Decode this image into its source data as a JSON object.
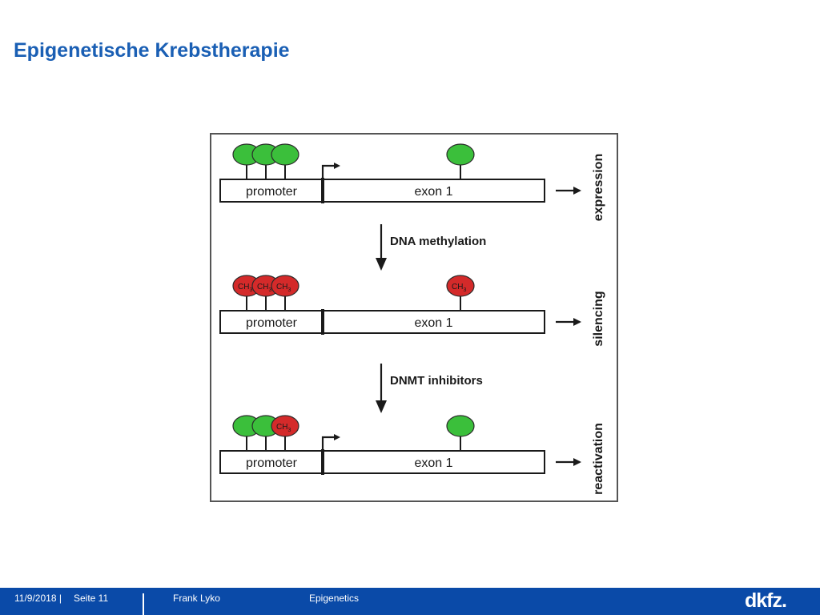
{
  "slide": {
    "title": "Epigenetische Krebstherapie"
  },
  "diagram": {
    "rows": [
      {
        "promoter_label": "promoter",
        "exon_label": "exon 1",
        "outcome": "expression",
        "site_states": [
          "unmethylated",
          "unmethylated",
          "unmethylated",
          "unmethylated"
        ],
        "tss_arrow": true
      },
      {
        "promoter_label": "promoter",
        "exon_label": "exon 1",
        "outcome": "silencing",
        "site_states": [
          "methylated",
          "methylated",
          "methylated",
          "methylated"
        ],
        "tss_arrow": false
      },
      {
        "promoter_label": "promoter",
        "exon_label": "exon 1",
        "outcome": "reactivation",
        "site_states": [
          "unmethylated",
          "unmethylated",
          "methylated",
          "unmethylated"
        ],
        "tss_arrow": true
      }
    ],
    "methyl_label": "CH",
    "methyl_subscript": "3",
    "transitions": [
      {
        "label": "DNA methylation"
      },
      {
        "label": "DNMT inhibitors"
      }
    ],
    "colors": {
      "unmethylated": "#3bbf3b",
      "methylated": "#d42a2a",
      "stroke": "#1a1a1a"
    }
  },
  "footer": {
    "date": "11/9/2018 |",
    "page": "Seite 11",
    "author": "Frank Lyko",
    "topic": "Epigenetics",
    "logo": "dkfz."
  }
}
